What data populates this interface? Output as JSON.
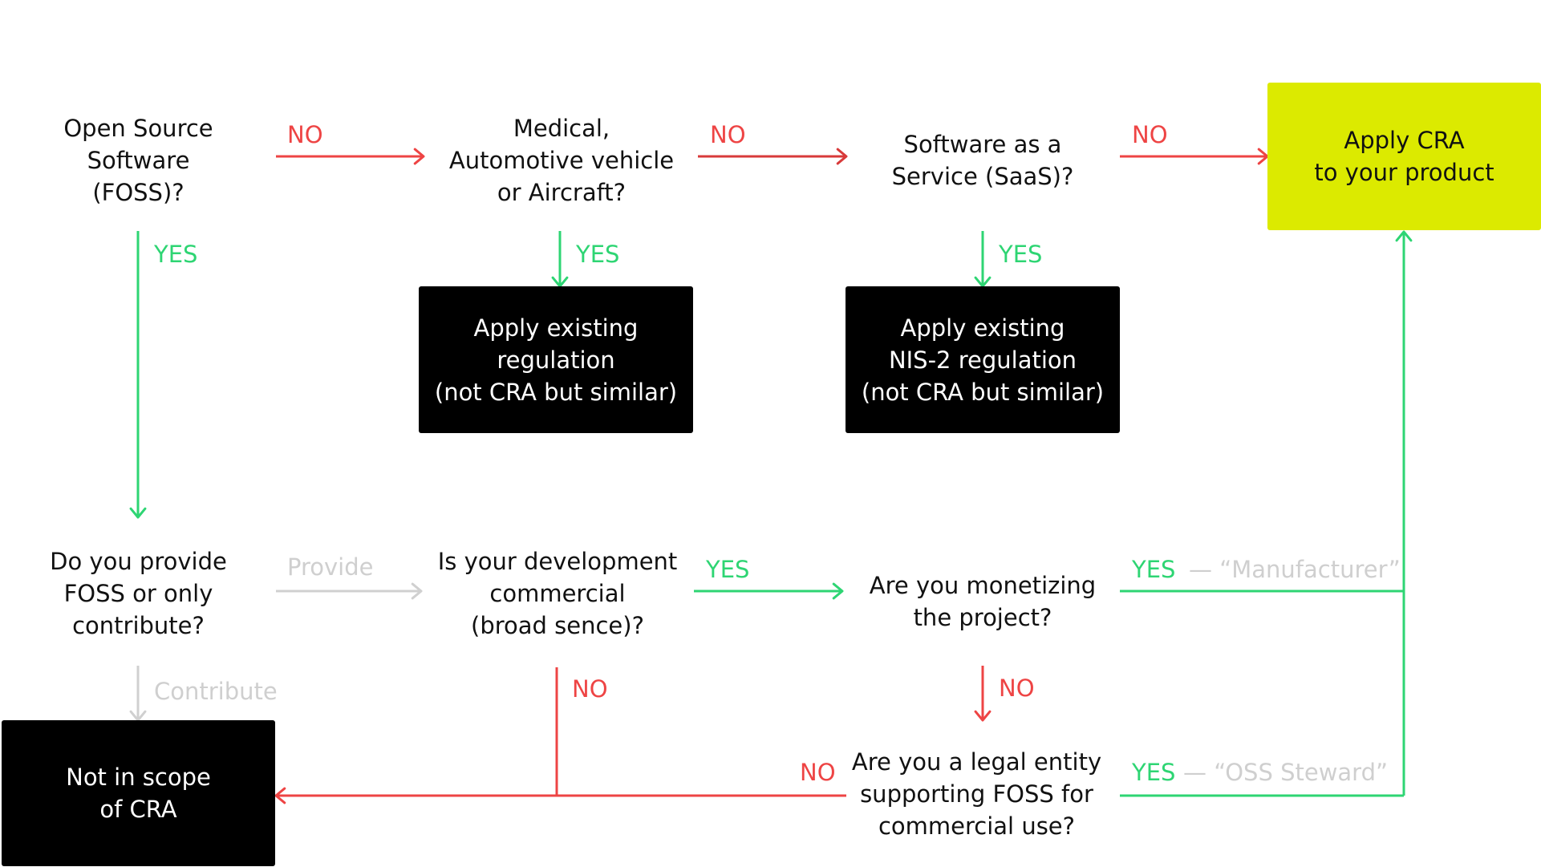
{
  "colors": {
    "no": "#ee4444",
    "no_dark": "#d83a3a",
    "yes": "#2ed573",
    "muted": "#d0d0d0",
    "accent": "#dcea00",
    "dark": "#000000"
  },
  "nodes": {
    "q_foss": "Open Source\nSoftware\n(FOSS)?",
    "q_medical": "Medical,\nAutomotive vehicle\nor Aircraft?",
    "q_saas": "Software as a\nService (SaaS)?",
    "apply_cra": "Apply CRA\nto your product",
    "apply_existing": "Apply existing\nregulation\n(not CRA but similar)",
    "apply_nis2": "Apply existing\nNIS-2 regulation\n(not CRA but similar)",
    "q_provide": "Do you provide\nFOSS or only\ncontribute?",
    "q_commercial": "Is your development\ncommercial\n(broad sence)?",
    "q_monetizing": "Are you monetizing\nthe project?",
    "q_legal": "Are you a legal entity\nsupporting FOSS for\ncommercial use?",
    "not_in_scope": "Not in scope\nof CRA"
  },
  "labels": {
    "no_1": "NO",
    "no_2": "NO",
    "no_3": "NO",
    "yes_foss": "YES",
    "yes_medical": "YES",
    "yes_saas": "YES",
    "provide": "Provide",
    "yes_commercial": "YES",
    "yes_monetizing": "YES",
    "manufacturer": "— “Manufacturer”",
    "contribute": "Contribute",
    "no_commercial": "NO",
    "no_monetizing": "NO",
    "no_legal": "NO",
    "yes_legal": "YES",
    "oss_steward": "— “OSS Steward”"
  }
}
